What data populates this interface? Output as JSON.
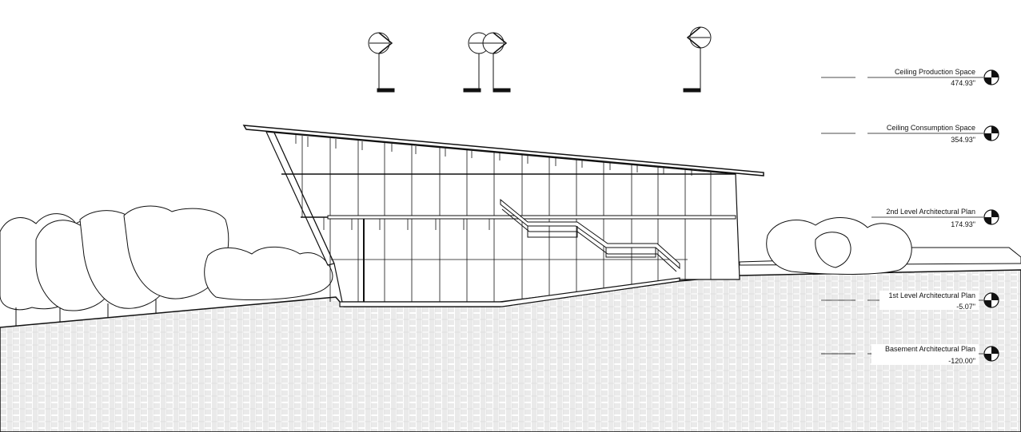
{
  "drawing": {
    "levels": [
      {
        "name": "Ceiling Production Space",
        "elevation": "474.93\""
      },
      {
        "name": "Ceiling Consumption Space",
        "elevation": "354.93\""
      },
      {
        "name": "2nd Level Architectural Plan",
        "elevation": "174.93\""
      },
      {
        "name": "1st Level Architectural Plan",
        "elevation": "-5.07\""
      },
      {
        "name": "Basement Architectural Plan",
        "elevation": "-120.00\""
      }
    ]
  },
  "colors": {
    "line": "#111111",
    "hatch": "#b9b9b9",
    "paper": "#ffffff"
  }
}
